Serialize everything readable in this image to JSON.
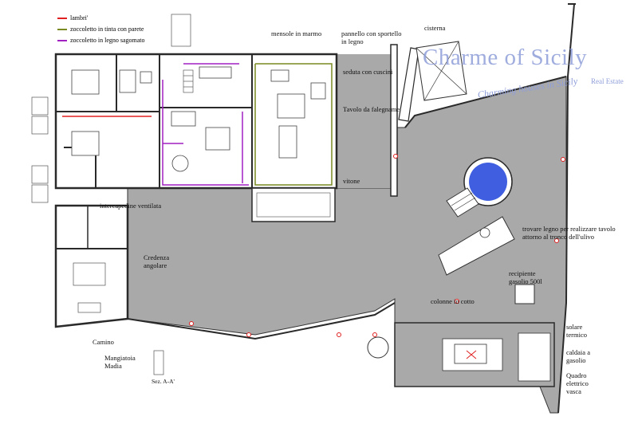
{
  "legend": [
    {
      "label": "lambri'",
      "color": "#e02020"
    },
    {
      "label": "zoccoletto in tinta con parete",
      "color": "#7a8a20"
    },
    {
      "label": "zoccoletto in legno sagomato",
      "color": "#a020c0"
    }
  ],
  "watermark": {
    "title": "Charme of Sicily",
    "subtitle": "Real Estate",
    "tagline": "Charming houses in Sicily"
  },
  "labels": {
    "mensole": "mensole in marmo",
    "pannello": "pannello con sportello in legno",
    "seduta": "seduta con cuscini",
    "tavolo": "Tavolo da falegname",
    "vitone": "vitone",
    "cisterna": "cisterna",
    "intercapedine": "intercapedine ventilata",
    "credenza": "Credenza angolare",
    "camino": "Camino",
    "mangiatoia": "Mangiatoia Madia",
    "sezione": "Sez. A-A'",
    "trovare": "trovare legno per realizzare tavolo attorno al tronco dell'ulivo",
    "recipiente": "recipiente gasolio 500l",
    "colonne": "colonne in cotto",
    "solare": "solare termico",
    "caldaia": "caldaia a gasolio",
    "quadro": "Quadro elettrico vasca"
  },
  "colors": {
    "paving": "#a9a9a9",
    "wall": "#2a2a2a",
    "pool": "#3f5fe0",
    "accent_red": "#e02020",
    "skirting_olive": "#7a8a20",
    "skirting_purple": "#a020c0"
  }
}
